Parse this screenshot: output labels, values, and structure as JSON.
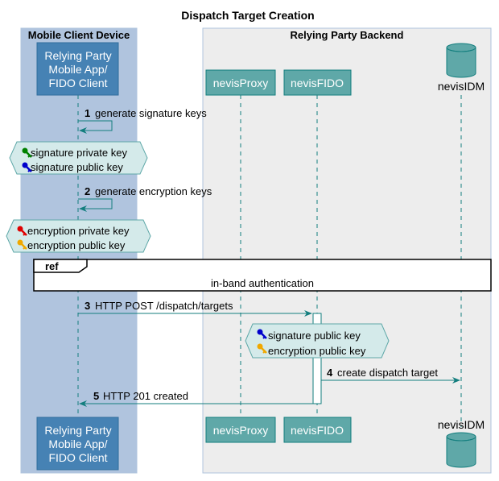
{
  "title": "Dispatch Target Creation",
  "boxes": {
    "mobile": "Mobile Client Device",
    "backend": "Relying Party Backend"
  },
  "participants": {
    "client": [
      "Relying Party",
      "Mobile App/",
      "FIDO Client"
    ],
    "proxy": "nevisProxy",
    "fido": "nevisFIDO",
    "idm": "nevisIDM"
  },
  "messages": [
    {
      "num": "1",
      "text": "generate signature keys"
    },
    {
      "num": "2",
      "text": "generate encryption keys"
    },
    {
      "num": "3",
      "text": "HTTP POST  /dispatch/targets"
    },
    {
      "num": "4",
      "text": "create dispatch target"
    },
    {
      "num": "5",
      "text": "HTTP 201 created"
    }
  ],
  "notes": {
    "sig_keys": [
      "signature private key",
      "signature public key"
    ],
    "enc_keys": [
      "encryption private key",
      "encryption public key"
    ],
    "fido_keys": [
      "signature public key",
      "encryption public key"
    ]
  },
  "ref": {
    "tag": "ref",
    "text": "in-band authentication"
  },
  "colors": {
    "mobile_box": "#B0C4DE",
    "backend_box": "#EDEDED",
    "client_fill": "#4682B4",
    "teal": "#5FA8A8",
    "arrow": "#137E7E",
    "note_fill": "#D4EAEA",
    "key_green": "#008000",
    "key_blue": "#0000CC",
    "key_red": "#E00000",
    "key_orange": "#F0A800"
  }
}
